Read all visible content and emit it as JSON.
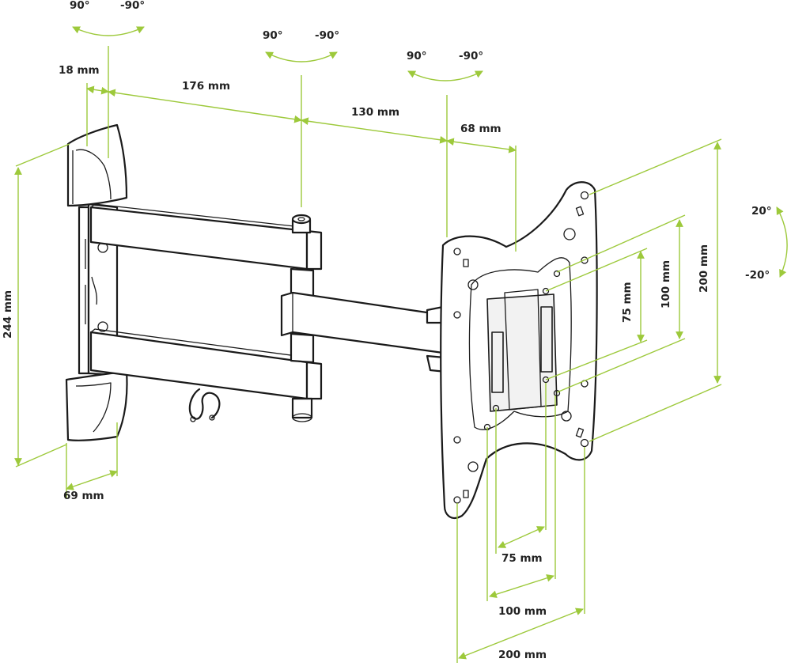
{
  "diagram": {
    "colors": {
      "dimension": "#9dc93b",
      "ink": "#1a1a1a",
      "text": "#222222"
    },
    "swivel_angles": {
      "wall": {
        "positive": "90°",
        "negative": "-90°"
      },
      "middle": {
        "positive": "90°",
        "negative": "-90°"
      },
      "head": {
        "positive": "90°",
        "negative": "-90°"
      }
    },
    "tilt": {
      "positive": "20°",
      "negative": "-20°"
    },
    "dimensions": {
      "wall_plate_offset": "18 mm",
      "arm_first": "176 mm",
      "arm_second": "130 mm",
      "head_depth": "68 mm",
      "wall_plate_height": "244 mm",
      "wall_plate_depth": "69 mm"
    },
    "vesa": {
      "vertical": [
        "75 mm",
        "100 mm",
        "200 mm"
      ],
      "horizontal": [
        "75 mm",
        "100 mm",
        "200 mm"
      ]
    }
  }
}
